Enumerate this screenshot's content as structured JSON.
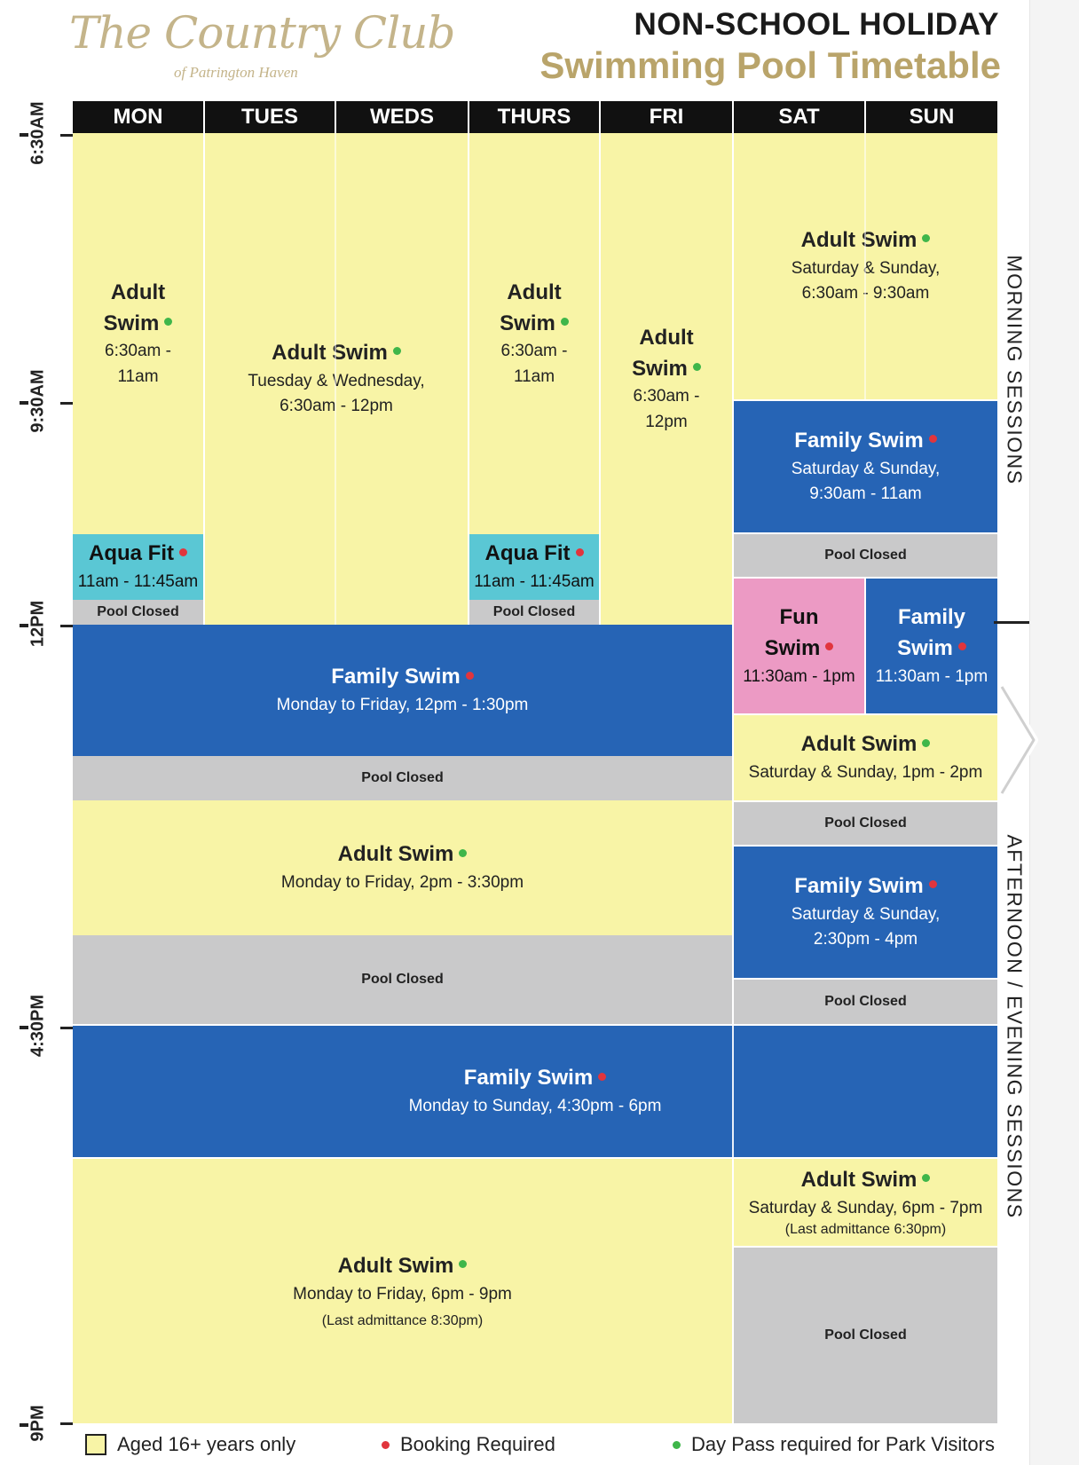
{
  "logo": {
    "line1": "The Country Club",
    "line2": "of Patrington Haven"
  },
  "title": {
    "line1": "NON-SCHOOL HOLIDAY",
    "line2": "Swimming Pool Timetable"
  },
  "days": [
    "MON",
    "TUES",
    "WEDS",
    "THURS",
    "FRI",
    "SAT",
    "SUN"
  ],
  "time_labels": [
    "6:30AM",
    "9:30AM",
    "12PM",
    "4:30PM",
    "9PM"
  ],
  "side_labels": {
    "morning": "MORNING SESSIONS",
    "afternoon": "AFTERNOON / EVENING SESSIONS"
  },
  "sessions": {
    "mon_adult": {
      "title_line1": "Adult",
      "title_line2": "Swim",
      "time_line1": "6:30am -",
      "time_line2": "11am"
    },
    "tuewed_adult": {
      "title": "Adult Swim",
      "days": "Tuesday & Wednesday,",
      "time": "6:30am - 12pm"
    },
    "thu_adult": {
      "title_line1": "Adult",
      "title_line2": "Swim",
      "time_line1": "6:30am -",
      "time_line2": "11am"
    },
    "fri_adult": {
      "title_line1": "Adult",
      "title_line2": "Swim",
      "time_line1": "6:30am -",
      "time_line2": "12pm"
    },
    "wkd_adult_morning": {
      "title": "Adult Swim",
      "days": "Saturday & Sunday,",
      "time": "6:30am - 9:30am"
    },
    "wkd_family_morning": {
      "title": "Family Swim",
      "days": "Saturday & Sunday,",
      "time": "9:30am - 11am"
    },
    "mon_aqua": {
      "title": "Aqua Fit",
      "time": "11am - 11:45am"
    },
    "thu_aqua": {
      "title": "Aqua Fit",
      "time": "11am - 11:45am"
    },
    "sat_fun": {
      "title_line1": "Fun",
      "title_line2": "Swim",
      "time": "11:30am - 1pm"
    },
    "sun_family": {
      "title_line1": "Family",
      "title_line2": "Swim",
      "time": "11:30am - 1pm"
    },
    "wk_family_noon": {
      "title": "Family Swim",
      "time": "Monday to Friday, 12pm - 1:30pm"
    },
    "wkd_adult_1pm": {
      "title": "Adult Swim",
      "time": "Saturday & Sunday, 1pm - 2pm"
    },
    "wk_adult_2pm": {
      "title": "Adult Swim",
      "time": "Monday to Friday, 2pm - 3:30pm"
    },
    "wkd_family_230": {
      "title": "Family Swim",
      "days": "Saturday & Sunday,",
      "time": "2:30pm - 4pm"
    },
    "all_family_430": {
      "title": "Family Swim",
      "time": "Monday to Sunday, 4:30pm - 6pm"
    },
    "wkd_adult_6pm": {
      "title": "Adult Swim",
      "time": "Saturday & Sunday, 6pm - 7pm",
      "note": "(Last admittance 6:30pm)"
    },
    "wk_adult_6pm": {
      "title": "Adult Swim",
      "time": "Monday to Friday, 6pm - 9pm",
      "note": "(Last admittance 8:30pm)"
    }
  },
  "pool_closed": "Pool Closed",
  "legend": {
    "aged": "Aged 16+ years only",
    "booking": "Booking Required",
    "daypass": "Day Pass required for Park Visitors"
  },
  "colors": {
    "adult": "#f8f4a6",
    "family": "#2664b5",
    "closed": "#c9c9ca",
    "aqua": "#5ac7d4",
    "fun": "#ec9ac4",
    "gold": "#b9a46a",
    "green_dot": "#3fb64a",
    "red_dot": "#e1353d"
  }
}
